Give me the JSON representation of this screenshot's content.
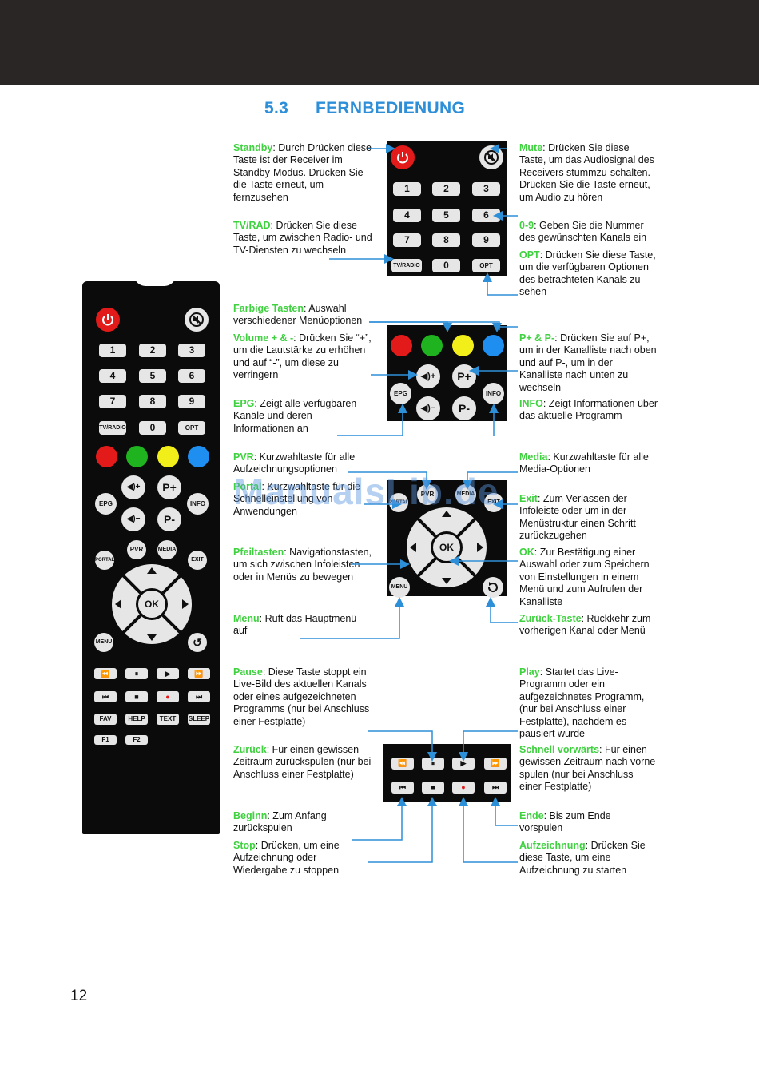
{
  "section": {
    "number": "5.3",
    "title": "FERNBEDIENUNG"
  },
  "page_number": "12",
  "watermark": "ManualsLib.de",
  "colors": {
    "accent": "#2e8fd9",
    "keyword": "#3fd13f",
    "red": "#e21a1a",
    "green": "#1fb31f",
    "yellow": "#f2ee1a",
    "blue": "#1e8ef0"
  },
  "descriptions": {
    "standby": {
      "key": "Standby",
      "text": ":  Durch Drücken diese Taste ist der Receiver im Standby-Modus. Drücken Sie die Taste erneut, um fernzusehen"
    },
    "tvrad": {
      "key": "TV/RAD",
      "text": ":  Drücken Sie diese Taste, um zwischen Radio- und TV-Diensten zu wechseln"
    },
    "farbige": {
      "key": "Farbige Tasten",
      "text": ": Auswahl verschiedener Menüoptionen"
    },
    "volume": {
      "key": "Volume + & -",
      "text": ":  Drücken Sie “+”, um die Lautstärke zu erhöhen und auf “-”, um diese zu verringern"
    },
    "epg": {
      "key": "EPG",
      "text": ":  Zeigt alle verfügbaren Kanäle und deren Informationen an"
    },
    "pvr": {
      "key": "PVR",
      "text": ":  Kurzwahltaste für alle Aufzeichnungsoptionen"
    },
    "portal": {
      "key": "Portal",
      "text": ":  Kurzwahltaste für die Schnelleinstellung von Anwendungen"
    },
    "pfeil": {
      "key": "Pfeiltasten",
      "text": ": Navigationstasten, um sich zwischen Infoleisten oder in Menüs zu bewegen"
    },
    "menu": {
      "key": "Menu",
      "text": ":  Ruft das Hauptmenü auf"
    },
    "pause": {
      "key": "Pause",
      "text": ":  Diese Taste stoppt ein Live-Bild des aktuellen Kanals oder eines aufgezeichneten Programms (nur bei Anschluss einer Festplatte)"
    },
    "zurueck": {
      "key": "Zurück",
      "text": ":  Für einen gewissen Zeitraum zurückspulen (nur bei Anschluss einer Festplatte)"
    },
    "beginn": {
      "key": "Beginn",
      "text": ":  Zum Anfang zurückspulen"
    },
    "stop": {
      "key": "Stop",
      "text": ":  Drücken, um eine Aufzeichnung oder Wiedergabe zu stoppen"
    },
    "mute": {
      "key": "Mute",
      "text": ":  Drücken Sie diese Taste, um das Audiosignal des Receivers stummzu-schalten. Drücken Sie die Taste erneut, um Audio zu hören"
    },
    "nums": {
      "key": "0-9",
      "text": ":  Geben Sie die Nummer des gewünschten Kanals ein"
    },
    "opt": {
      "key": "OPT",
      "text": ": Drücken Sie diese Taste, um die verfügbaren Optionen des betrachteten Kanals zu sehen"
    },
    "pplus": {
      "key": "P+ & P-",
      "text": ":  Drücken Sie auf P+, um in der Kanalliste nach oben und auf P-, um in der Kanalliste nach unten zu wechseln"
    },
    "info": {
      "key": "INFO",
      "text": ":  Zeigt Informationen über das aktuelle Programm"
    },
    "media": {
      "key": "Media",
      "text": ":  Kurzwahltaste für alle Media-Optionen"
    },
    "exit": {
      "key": "Exit",
      "text": ": Zum Verlassen der Infoleiste oder um in der Menüstruktur einen Schritt zurückzugehen"
    },
    "ok": {
      "key": "OK",
      "text": ":  Zur Bestätigung einer Auswahl oder zum Speichern von Einstellungen in einem Menü und zum Aufrufen der Kanalliste"
    },
    "zurueck_taste": {
      "key": "Zurück-Taste",
      "text": ":  Rückkehr zum vorherigen Kanal oder Menü"
    },
    "play": {
      "key": "Play",
      "text": ": Startet das Live-Programm oder ein aufgezeichnetes Programm, (nur bei Anschluss einer Festplatte), nachdem es pausiert wurde"
    },
    "vorwaerts": {
      "key": "Schnell vorwärts",
      "text": ":  Für einen gewissen Zeitraum nach vorne spulen (nur bei Anschluss einer Festplatte)"
    },
    "ende": {
      "key": "Ende",
      "text": ":  Bis zum Ende vorspulen"
    },
    "aufzeichnung": {
      "key": "Aufzeichnung",
      "text": ":  Drücken Sie diese Taste, um eine Aufzeichnung zu starten"
    }
  },
  "keys": {
    "digits": [
      "1",
      "2",
      "3",
      "4",
      "5",
      "6",
      "7",
      "8",
      "9"
    ],
    "zero": "0",
    "tvradio": "TV/RADIO",
    "opt": "OPT",
    "epg": "EPG",
    "info": "INFO",
    "pplus": "P+",
    "pminus": "P-",
    "pvr": "PVR",
    "media": "MEDIA",
    "portal": "PORTAL",
    "exit": "EXIT",
    "ok": "OK",
    "menu": "MENU",
    "fav": "FAV",
    "help": "HELP",
    "text": "TEXT",
    "sleep": "SLEEP",
    "f1": "F1",
    "f2": "F2"
  }
}
